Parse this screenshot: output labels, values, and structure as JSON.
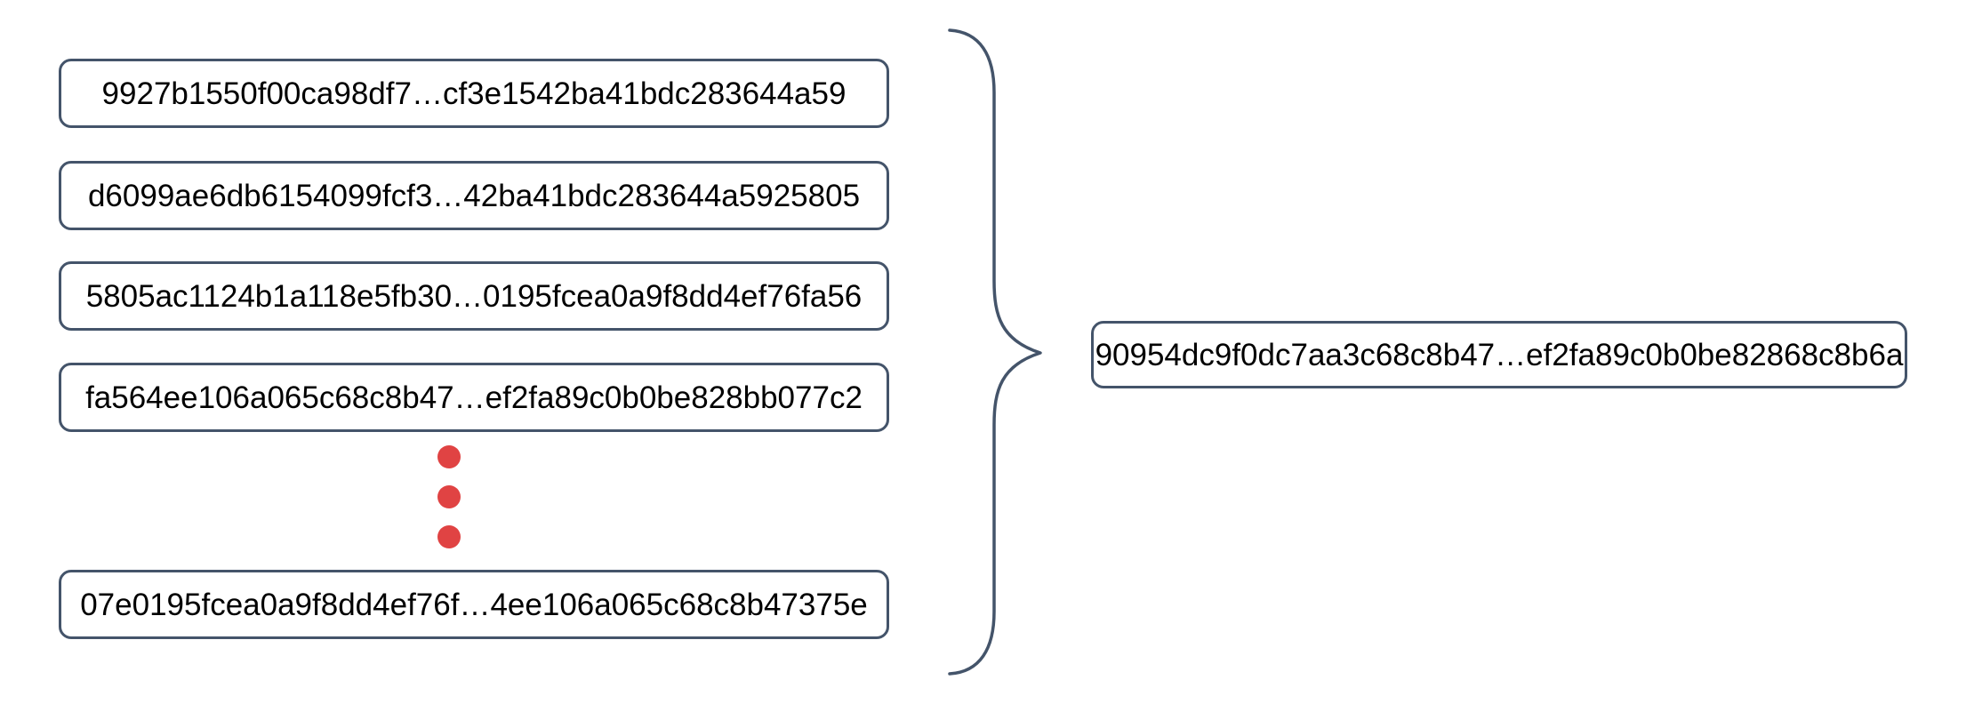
{
  "diagram": {
    "title": "many-hashes-combined-into-one-hash",
    "colors": {
      "background": "#ffffff",
      "border": "#44546a",
      "dot": "#e04343",
      "text": "#000000"
    },
    "input_hashes": [
      "9927b1550f00ca98df7…cf3e1542ba41bdc283644a59",
      "d6099ae6db6154099fcf3…42ba41bdc283644a5925805",
      "5805ac1124b1a118e5fb30…0195fcea0a9f8dd4ef76fa56",
      "fa564ee106a065c68c8b47…ef2fa89c0b0be828bb077c2",
      "07e0195fcea0a9f8dd4ef76f…4ee106a065c68c8b47375e"
    ],
    "ellipsis_dot_count": 3,
    "output_hash": "90954dc9f0dc7aa3c68c8b47…ef2fa89c0b0be82868c8b6a"
  }
}
